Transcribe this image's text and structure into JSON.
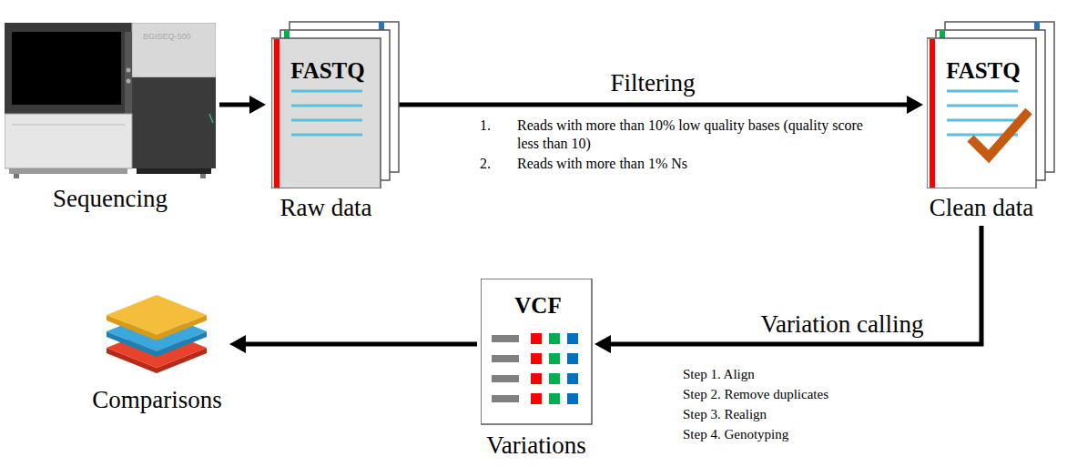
{
  "diagram": {
    "nodes": [
      {
        "text": [
          "BGISEQ-500",
          "Sequencing"
        ]
      },
      {
        "text": [
          "FASTQ",
          "Raw data"
        ]
      },
      {
        "text": [
          "FASTQ",
          "Clean data"
        ]
      },
      {
        "text": [
          "VCF",
          "Variations"
        ]
      },
      {
        "text": [
          "Comparisons"
        ]
      }
    ],
    "edges": [
      {
        "from": 0,
        "to": 1,
        "arrow": "to"
      },
      {
        "from": 1,
        "to": 2,
        "label": "Filtering",
        "arrow": "to"
      },
      {
        "from": 2,
        "to": 3,
        "label": "Variation calling",
        "arrow": "to"
      },
      {
        "from": 3,
        "to": 4,
        "arrow": "to"
      }
    ],
    "labels": [
      "1.",
      "Reads with more than 10% low quality bases (quality score less than 10)",
      "2.",
      "Reads with more than 1% Ns",
      "Step 1. Align",
      "Step 2. Remove duplicates",
      "Step 3. Realign",
      "Step 4. Genotyping"
    ]
  }
}
